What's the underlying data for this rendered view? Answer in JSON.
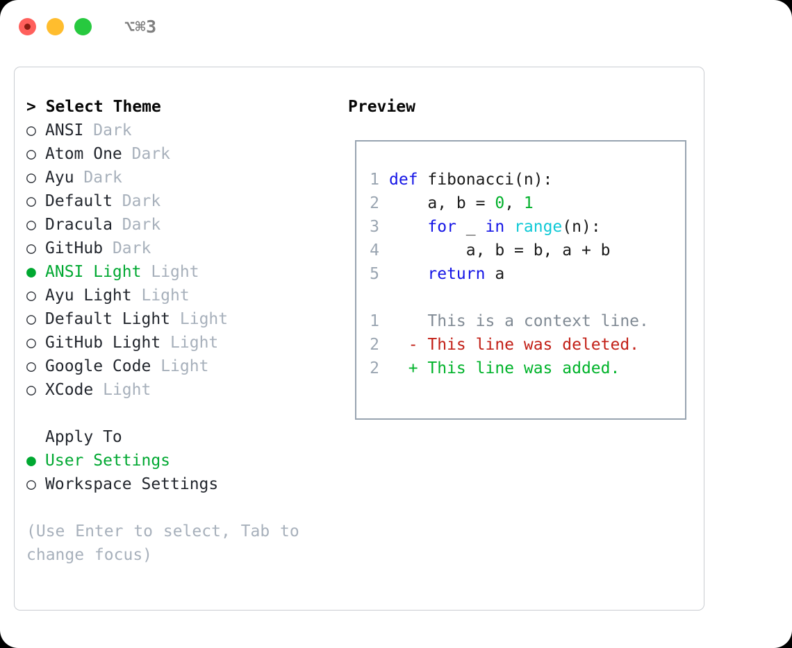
{
  "window": {
    "title": "⌥⌘3",
    "traffic_lights": [
      {
        "name": "close-button",
        "color": "#ff605c"
      },
      {
        "name": "minimize-button",
        "color": "#ffbd2e"
      },
      {
        "name": "maximize-button",
        "color": "#27c93f"
      }
    ]
  },
  "theme_picker": {
    "header": "> Select Theme",
    "marker_selected": "●",
    "marker_unselected": "○",
    "items": [
      {
        "name": "ANSI",
        "variant": "Dark",
        "selected": false
      },
      {
        "name": "Atom One",
        "variant": "Dark",
        "selected": false
      },
      {
        "name": "Ayu",
        "variant": "Dark",
        "selected": false
      },
      {
        "name": "Default",
        "variant": "Dark",
        "selected": false
      },
      {
        "name": "Dracula",
        "variant": "Dark",
        "selected": false
      },
      {
        "name": "GitHub",
        "variant": "Dark",
        "selected": false
      },
      {
        "name": "ANSI Light",
        "variant": "Light",
        "selected": true
      },
      {
        "name": "Ayu Light",
        "variant": "Light",
        "selected": false
      },
      {
        "name": "Default Light",
        "variant": "Light",
        "selected": false
      },
      {
        "name": "GitHub Light",
        "variant": "Light",
        "selected": false
      },
      {
        "name": "Google Code",
        "variant": "Light",
        "selected": false
      },
      {
        "name": "XCode",
        "variant": "Light",
        "selected": false
      }
    ]
  },
  "apply_to": {
    "title": "Apply To",
    "options": [
      {
        "label": "User Settings",
        "selected": true
      },
      {
        "label": "Workspace Settings",
        "selected": false
      }
    ]
  },
  "hint": "(Use Enter to select, Tab to change focus)",
  "preview": {
    "header": "Preview",
    "code_lines": [
      {
        "number": "1",
        "tokens": [
          {
            "text": "def ",
            "kind": "kw"
          },
          {
            "text": "fibonacci",
            "kind": "id"
          },
          {
            "text": "(n):",
            "kind": "punc"
          }
        ]
      },
      {
        "number": "2",
        "tokens": [
          {
            "text": "    a, b = ",
            "kind": "id"
          },
          {
            "text": "0",
            "kind": "num"
          },
          {
            "text": ", ",
            "kind": "punc"
          },
          {
            "text": "1",
            "kind": "num"
          }
        ]
      },
      {
        "number": "3",
        "tokens": [
          {
            "text": "    for ",
            "kind": "kw"
          },
          {
            "text": "_ ",
            "kind": "id"
          },
          {
            "text": "in ",
            "kind": "kw"
          },
          {
            "text": "range",
            "kind": "fn"
          },
          {
            "text": "(n):",
            "kind": "punc"
          }
        ]
      },
      {
        "number": "4",
        "tokens": [
          {
            "text": "        a, b = b, a + b",
            "kind": "id"
          }
        ]
      },
      {
        "number": "5",
        "tokens": [
          {
            "text": "    return ",
            "kind": "kw"
          },
          {
            "text": "a",
            "kind": "id"
          }
        ]
      }
    ],
    "diff_lines": [
      {
        "number": "1",
        "marker": " ",
        "text": "This is a context line.",
        "kind": "ctx"
      },
      {
        "number": "2",
        "marker": "-",
        "text": "This line was deleted.",
        "kind": "del"
      },
      {
        "number": "2",
        "marker": "+",
        "text": "This line was added.",
        "kind": "add"
      }
    ]
  },
  "colors": {
    "selected_green": "#00a831",
    "muted_gray": "#a7b0bb",
    "keyword_blue": "#1414e6",
    "function_cyan": "#0fc9d6",
    "number_green": "#00b02a",
    "diff_delete_red": "#c21f16",
    "diff_add_green": "#00b32a",
    "panel_border": "#c9ccd1",
    "preview_border": "#97a3b0"
  }
}
